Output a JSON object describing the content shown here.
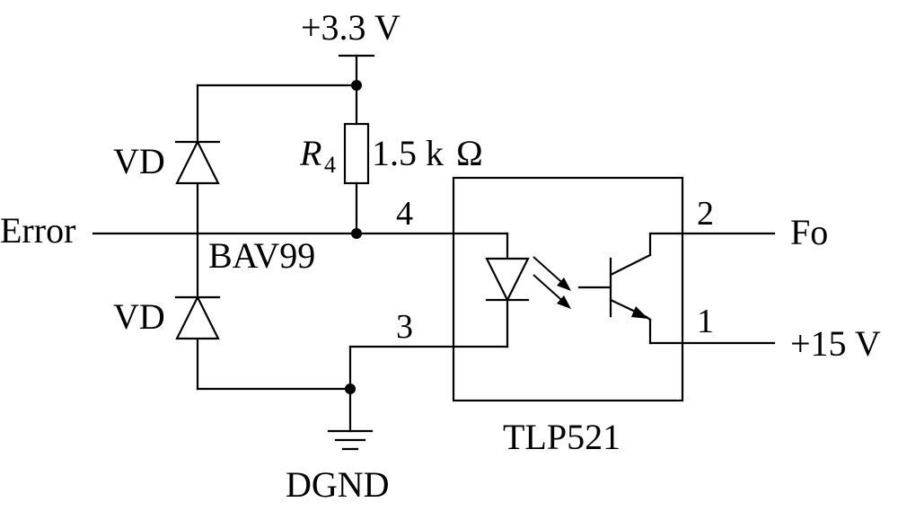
{
  "labels": {
    "supply_top": "+3.3 V",
    "error_input": "Error",
    "diode_upper": "VD",
    "diode_lower": "VD",
    "diode_pair_part": "BAV99",
    "resistor_designator": "R",
    "resistor_subscript": "4",
    "resistor_value": "1.5 k",
    "resistor_unit": "Ω",
    "pin_4": "4",
    "pin_3": "3",
    "pin_2": "2",
    "pin_1": "1",
    "output_fo": "Fo",
    "supply_15v": "+15 V",
    "optocoupler_part": "TLP521",
    "ground": "DGND"
  }
}
